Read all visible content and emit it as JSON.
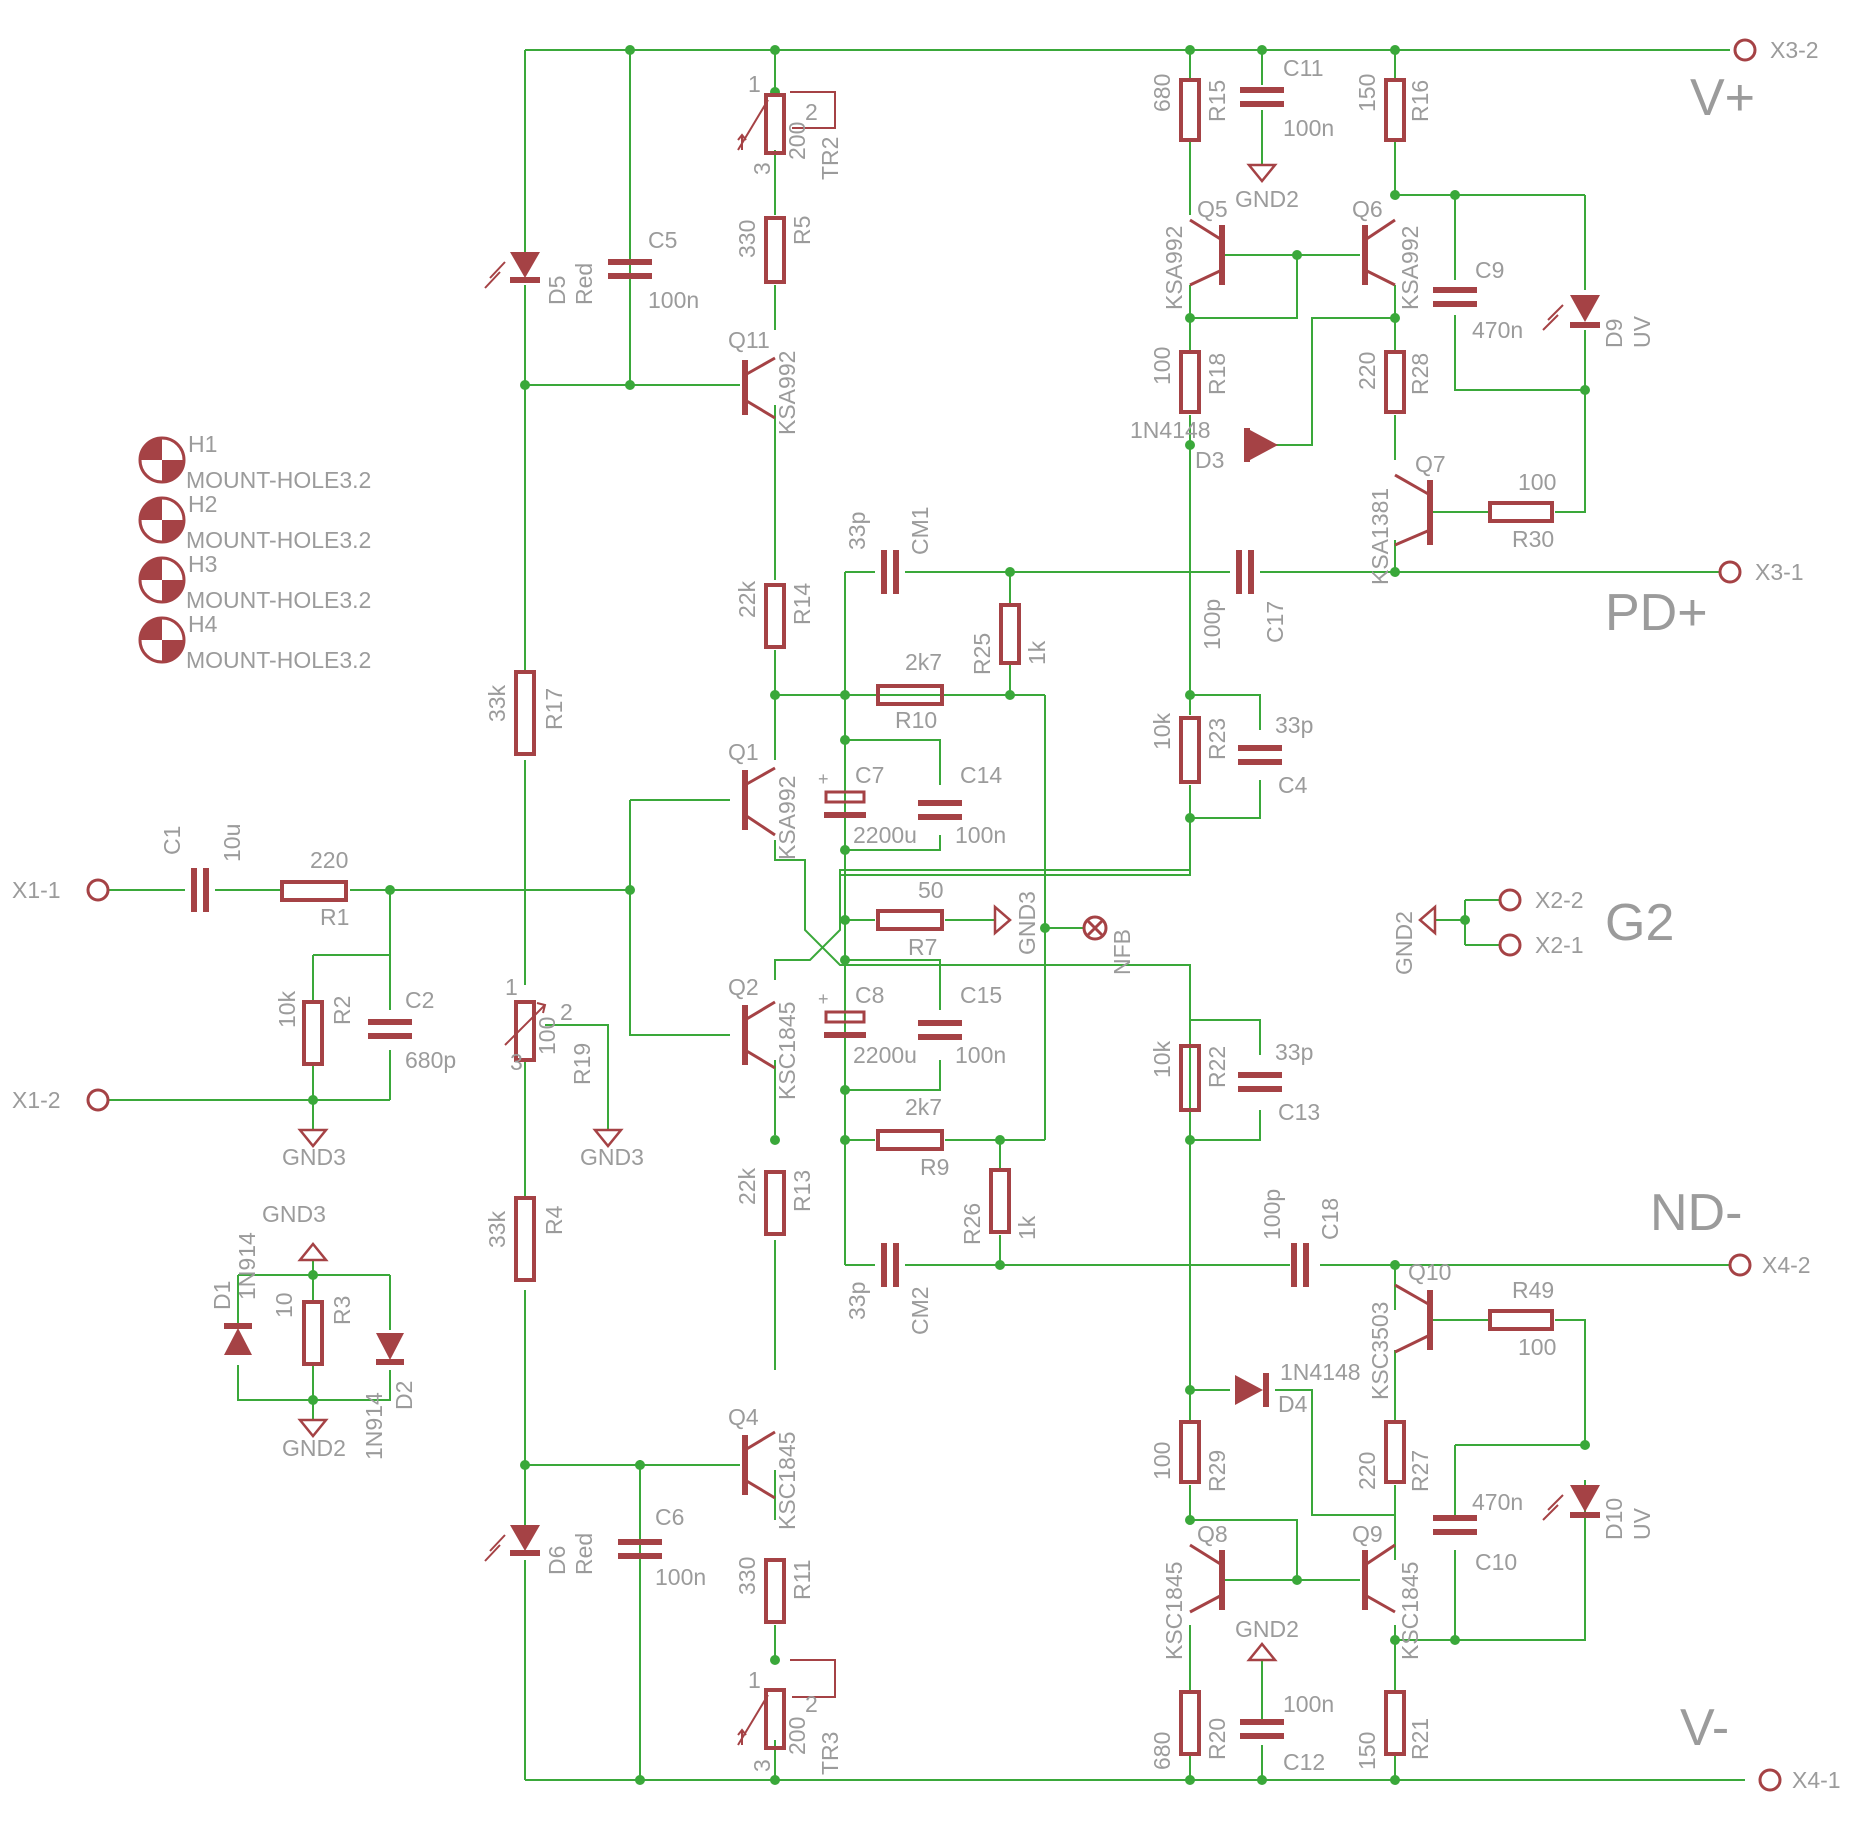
{
  "connectors": {
    "x1_1": "X1-1",
    "x1_2": "X1-2",
    "x2_2": "X2-2",
    "x2_1": "X2-1",
    "x3_2": "X3-2",
    "x3_1": "X3-1",
    "x4_2": "X4-2",
    "x4_1": "X4-1"
  },
  "rails": {
    "vplus": "V+",
    "vminus": "V-",
    "pdplus": "PD+",
    "ndminus": "ND-",
    "g2": "G2"
  },
  "grounds": {
    "gnd2": "GND2",
    "gnd3": "GND3"
  },
  "mount_holes": {
    "h1": "H1",
    "h2": "H2",
    "h3": "H3",
    "h4": "H4",
    "value": "MOUNT-HOLE3.2"
  },
  "parts": {
    "C1": {
      "name": "C1",
      "value": "10u"
    },
    "R1": {
      "name": "R1",
      "value": "220"
    },
    "R2": {
      "name": "R2",
      "value": "10k"
    },
    "C2": {
      "name": "C2",
      "value": "680p"
    },
    "D1": {
      "name": "D1",
      "value": "1N914"
    },
    "D2": {
      "name": "D2",
      "value": "1N914"
    },
    "R3": {
      "name": "R3",
      "value": "10"
    },
    "D5": {
      "name": "D5",
      "value": "Red"
    },
    "D6": {
      "name": "D6",
      "value": "Red"
    },
    "C5": {
      "name": "C5",
      "value": "100n"
    },
    "C6": {
      "name": "C6",
      "value": "100n"
    },
    "R17": {
      "name": "R17",
      "value": "33k"
    },
    "R4": {
      "name": "R4",
      "value": "33k"
    },
    "R19": {
      "name": "R19",
      "value": "100"
    },
    "TR2": {
      "name": "TR2",
      "value": "200"
    },
    "TR3": {
      "name": "TR3",
      "value": "200"
    },
    "R5": {
      "name": "R5",
      "value": "330"
    },
    "R11": {
      "name": "R11",
      "value": "330"
    },
    "Q11": {
      "name": "Q11",
      "value": "KSA992"
    },
    "Q1": {
      "name": "Q1",
      "value": "KSA992"
    },
    "Q2": {
      "name": "Q2",
      "value": "KSC1845"
    },
    "Q4": {
      "name": "Q4",
      "value": "KSC1845"
    },
    "R14": {
      "name": "R14",
      "value": "22k"
    },
    "R13": {
      "name": "R13",
      "value": "22k"
    },
    "CM1": {
      "name": "CM1",
      "value": "33p"
    },
    "CM2": {
      "name": "CM2",
      "value": "33p"
    },
    "R25": {
      "name": "R25",
      "value": "1k"
    },
    "R26": {
      "name": "R26",
      "value": "1k"
    },
    "R10": {
      "name": "R10",
      "value": "2k7"
    },
    "R9": {
      "name": "R9",
      "value": "2k7"
    },
    "C7": {
      "name": "C7",
      "value": "2200u"
    },
    "C8": {
      "name": "C8",
      "value": "2200u"
    },
    "C14": {
      "name": "C14",
      "value": "100n"
    },
    "C15": {
      "name": "C15",
      "value": "100n"
    },
    "R7": {
      "name": "R7",
      "value": "50"
    },
    "NFB": {
      "name": "NFB"
    },
    "R15": {
      "name": "R15",
      "value": "680"
    },
    "R16": {
      "name": "R16",
      "value": "150"
    },
    "C11": {
      "name": "C11",
      "value": "100n"
    },
    "Q5": {
      "name": "Q5",
      "value": "KSA992"
    },
    "Q6": {
      "name": "Q6",
      "value": "KSA992"
    },
    "C9": {
      "name": "C9",
      "value": "470n"
    },
    "D9": {
      "name": "D9",
      "value": "UV"
    },
    "R18": {
      "name": "R18",
      "value": "100"
    },
    "R28": {
      "name": "R28",
      "value": "220"
    },
    "D3": {
      "name": "D3",
      "value": "1N4148"
    },
    "Q7": {
      "name": "Q7",
      "value": "KSA1381"
    },
    "R30": {
      "name": "R30",
      "value": "100"
    },
    "C17": {
      "name": "C17",
      "value": "100p"
    },
    "R23": {
      "name": "R23",
      "value": "10k"
    },
    "C4": {
      "name": "C4",
      "value": "33p"
    },
    "R22": {
      "name": "R22",
      "value": "10k"
    },
    "C13": {
      "name": "C13",
      "value": "33p"
    },
    "C18": {
      "name": "C18",
      "value": "100p"
    },
    "Q10": {
      "name": "Q10",
      "value": "KSC3503"
    },
    "R49": {
      "name": "R49",
      "value": "100"
    },
    "D4": {
      "name": "D4",
      "value": "1N4148"
    },
    "R29": {
      "name": "R29",
      "value": "100"
    },
    "R27": {
      "name": "R27",
      "value": "220"
    },
    "C10": {
      "name": "C10",
      "value": "470n"
    },
    "D10": {
      "name": "D10",
      "value": "UV"
    },
    "Q8": {
      "name": "Q8",
      "value": "KSC1845"
    },
    "Q9": {
      "name": "Q9",
      "value": "KSC1845"
    },
    "R20": {
      "name": "R20",
      "value": "680"
    },
    "R21": {
      "name": "R21",
      "value": "150"
    },
    "C12": {
      "name": "C12",
      "value": "100n"
    }
  },
  "pin_numbers": {
    "p1": "1",
    "p2": "2",
    "p3": "3"
  }
}
